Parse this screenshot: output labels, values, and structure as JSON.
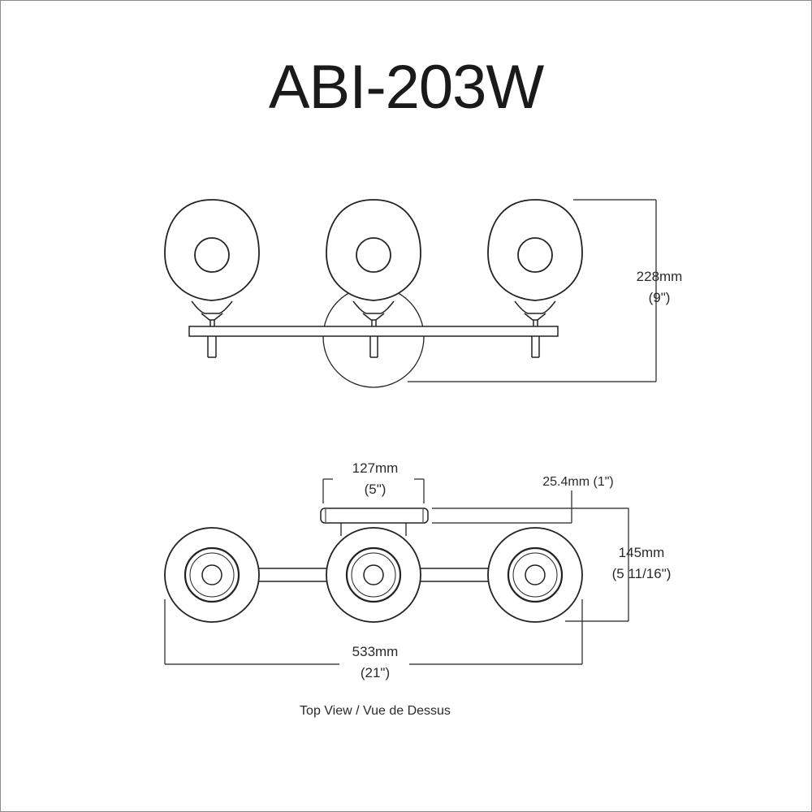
{
  "title": "ABI-203W",
  "front_view": {
    "height_mm": "228mm",
    "height_in": "(9\")"
  },
  "top_view": {
    "plate_width_mm": "127mm",
    "plate_width_in": "(5\")",
    "plate_thickness": "25.4mm (1\")",
    "depth_mm": "145mm",
    "depth_in": "(5 11/16\")",
    "width_mm": "533mm",
    "width_in": "(21\")",
    "caption": "Top View / Vue de Dessus"
  }
}
